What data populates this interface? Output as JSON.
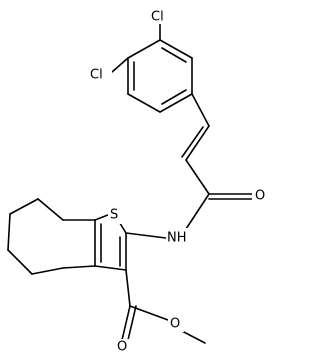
{
  "structure": {
    "atoms": [
      {
        "id": "cl1",
        "text": "Cl"
      },
      {
        "id": "cl2",
        "text": "Cl"
      },
      {
        "id": "o_amide",
        "text": "O"
      },
      {
        "id": "s1",
        "text": "S"
      },
      {
        "id": "nh",
        "text": "NH"
      },
      {
        "id": "o_ester_carbonyl",
        "text": "O"
      },
      {
        "id": "o_ester",
        "text": "O"
      }
    ]
  }
}
